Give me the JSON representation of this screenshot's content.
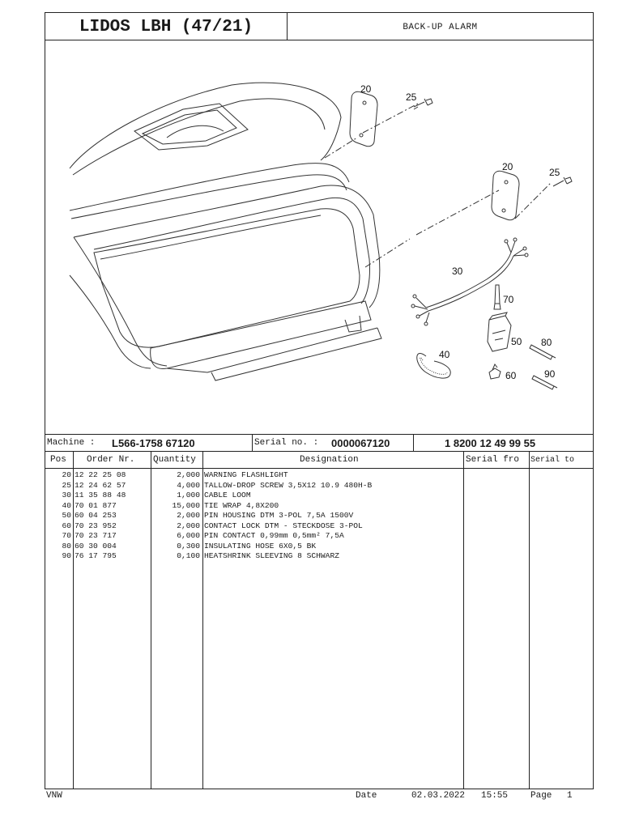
{
  "header": {
    "title": "LIDOS LBH (47/21)",
    "subtitle": "BACK-UP ALARM"
  },
  "drawing": {
    "callouts": [
      "20",
      "25",
      "20",
      "25",
      "30",
      "70",
      "50",
      "80",
      "40",
      "60",
      "90"
    ]
  },
  "info": {
    "machine_label": "Machine :",
    "machine_value": "L566-1758 67120",
    "serial_label": "Serial no. :",
    "serial_value": "0000067120",
    "doc_number": "1 8200 12 49 99 55"
  },
  "table": {
    "headers": {
      "pos": "Pos",
      "order": "Order Nr.",
      "qty": "Quantity",
      "designation": "Designation",
      "serial_from": "Serial fro",
      "serial_to": "Serial to"
    },
    "rows": [
      {
        "pos": "20",
        "order": "12 22 25 08",
        "qty": "2,000",
        "designation": "WARNING FLASHLIGHT"
      },
      {
        "pos": "25",
        "order": "12 24 62 57",
        "qty": "4,000",
        "designation": "TALLOW-DROP SCREW 3,5X12 10.9 480H-B"
      },
      {
        "pos": "30",
        "order": "11 35 88 48",
        "qty": "1,000",
        "designation": "CABLE LOOM"
      },
      {
        "pos": "40",
        "order": "70 01 877",
        "qty": "15,000",
        "designation": "TIE WRAP 4,8X200"
      },
      {
        "pos": "50",
        "order": "60 04 253",
        "qty": "2,000",
        "designation": "PIN HOUSING DTM 3-POL 7,5A 1500V"
      },
      {
        "pos": "60",
        "order": "70 23 952",
        "qty": "2,000",
        "designation": "CONTACT LOCK DTM - STECKDOSE 3-POL"
      },
      {
        "pos": "70",
        "order": "70 23 717",
        "qty": "6,000",
        "designation": "PIN CONTACT 0,99mm 0,5mm² 7,5A"
      },
      {
        "pos": "80",
        "order": "60 30 004",
        "qty": "0,300",
        "designation": "INSULATING HOSE 6X0,5 BK"
      },
      {
        "pos": "90",
        "order": "76 17 795",
        "qty": "0,100",
        "designation": "HEATSHRINK SLEEVING 8 SCHWARZ"
      }
    ]
  },
  "footer": {
    "left": "VNW",
    "date_label": "Date",
    "date": "02.03.2022",
    "time": "15:55",
    "page_label": "Page",
    "page": "1"
  }
}
